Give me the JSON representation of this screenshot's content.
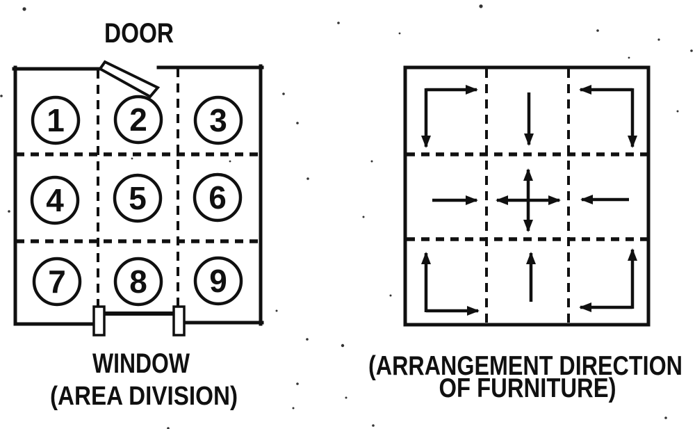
{
  "left_diagram": {
    "door_label": "DOOR",
    "area_numbers": [
      "1",
      "2",
      "3",
      "4",
      "5",
      "6",
      "7",
      "8",
      "9"
    ],
    "caption_line1": "WINDOW",
    "caption_line2": "(AREA DIVISION)"
  },
  "right_diagram": {
    "caption_line1": "(ARRANGEMENT DIRECTION",
    "caption_line2": "OF FURNITURE)",
    "cell_arrows": [
      "right and down from top-left corner",
      "down",
      "left and down from top-right corner",
      "right",
      "four-way cross: up, down, left, right",
      "left",
      "up and right from bottom-left corner",
      "up",
      "up and left from bottom-right corner"
    ]
  },
  "colors": {
    "ink": "#101010",
    "paper": "#ffffff"
  }
}
